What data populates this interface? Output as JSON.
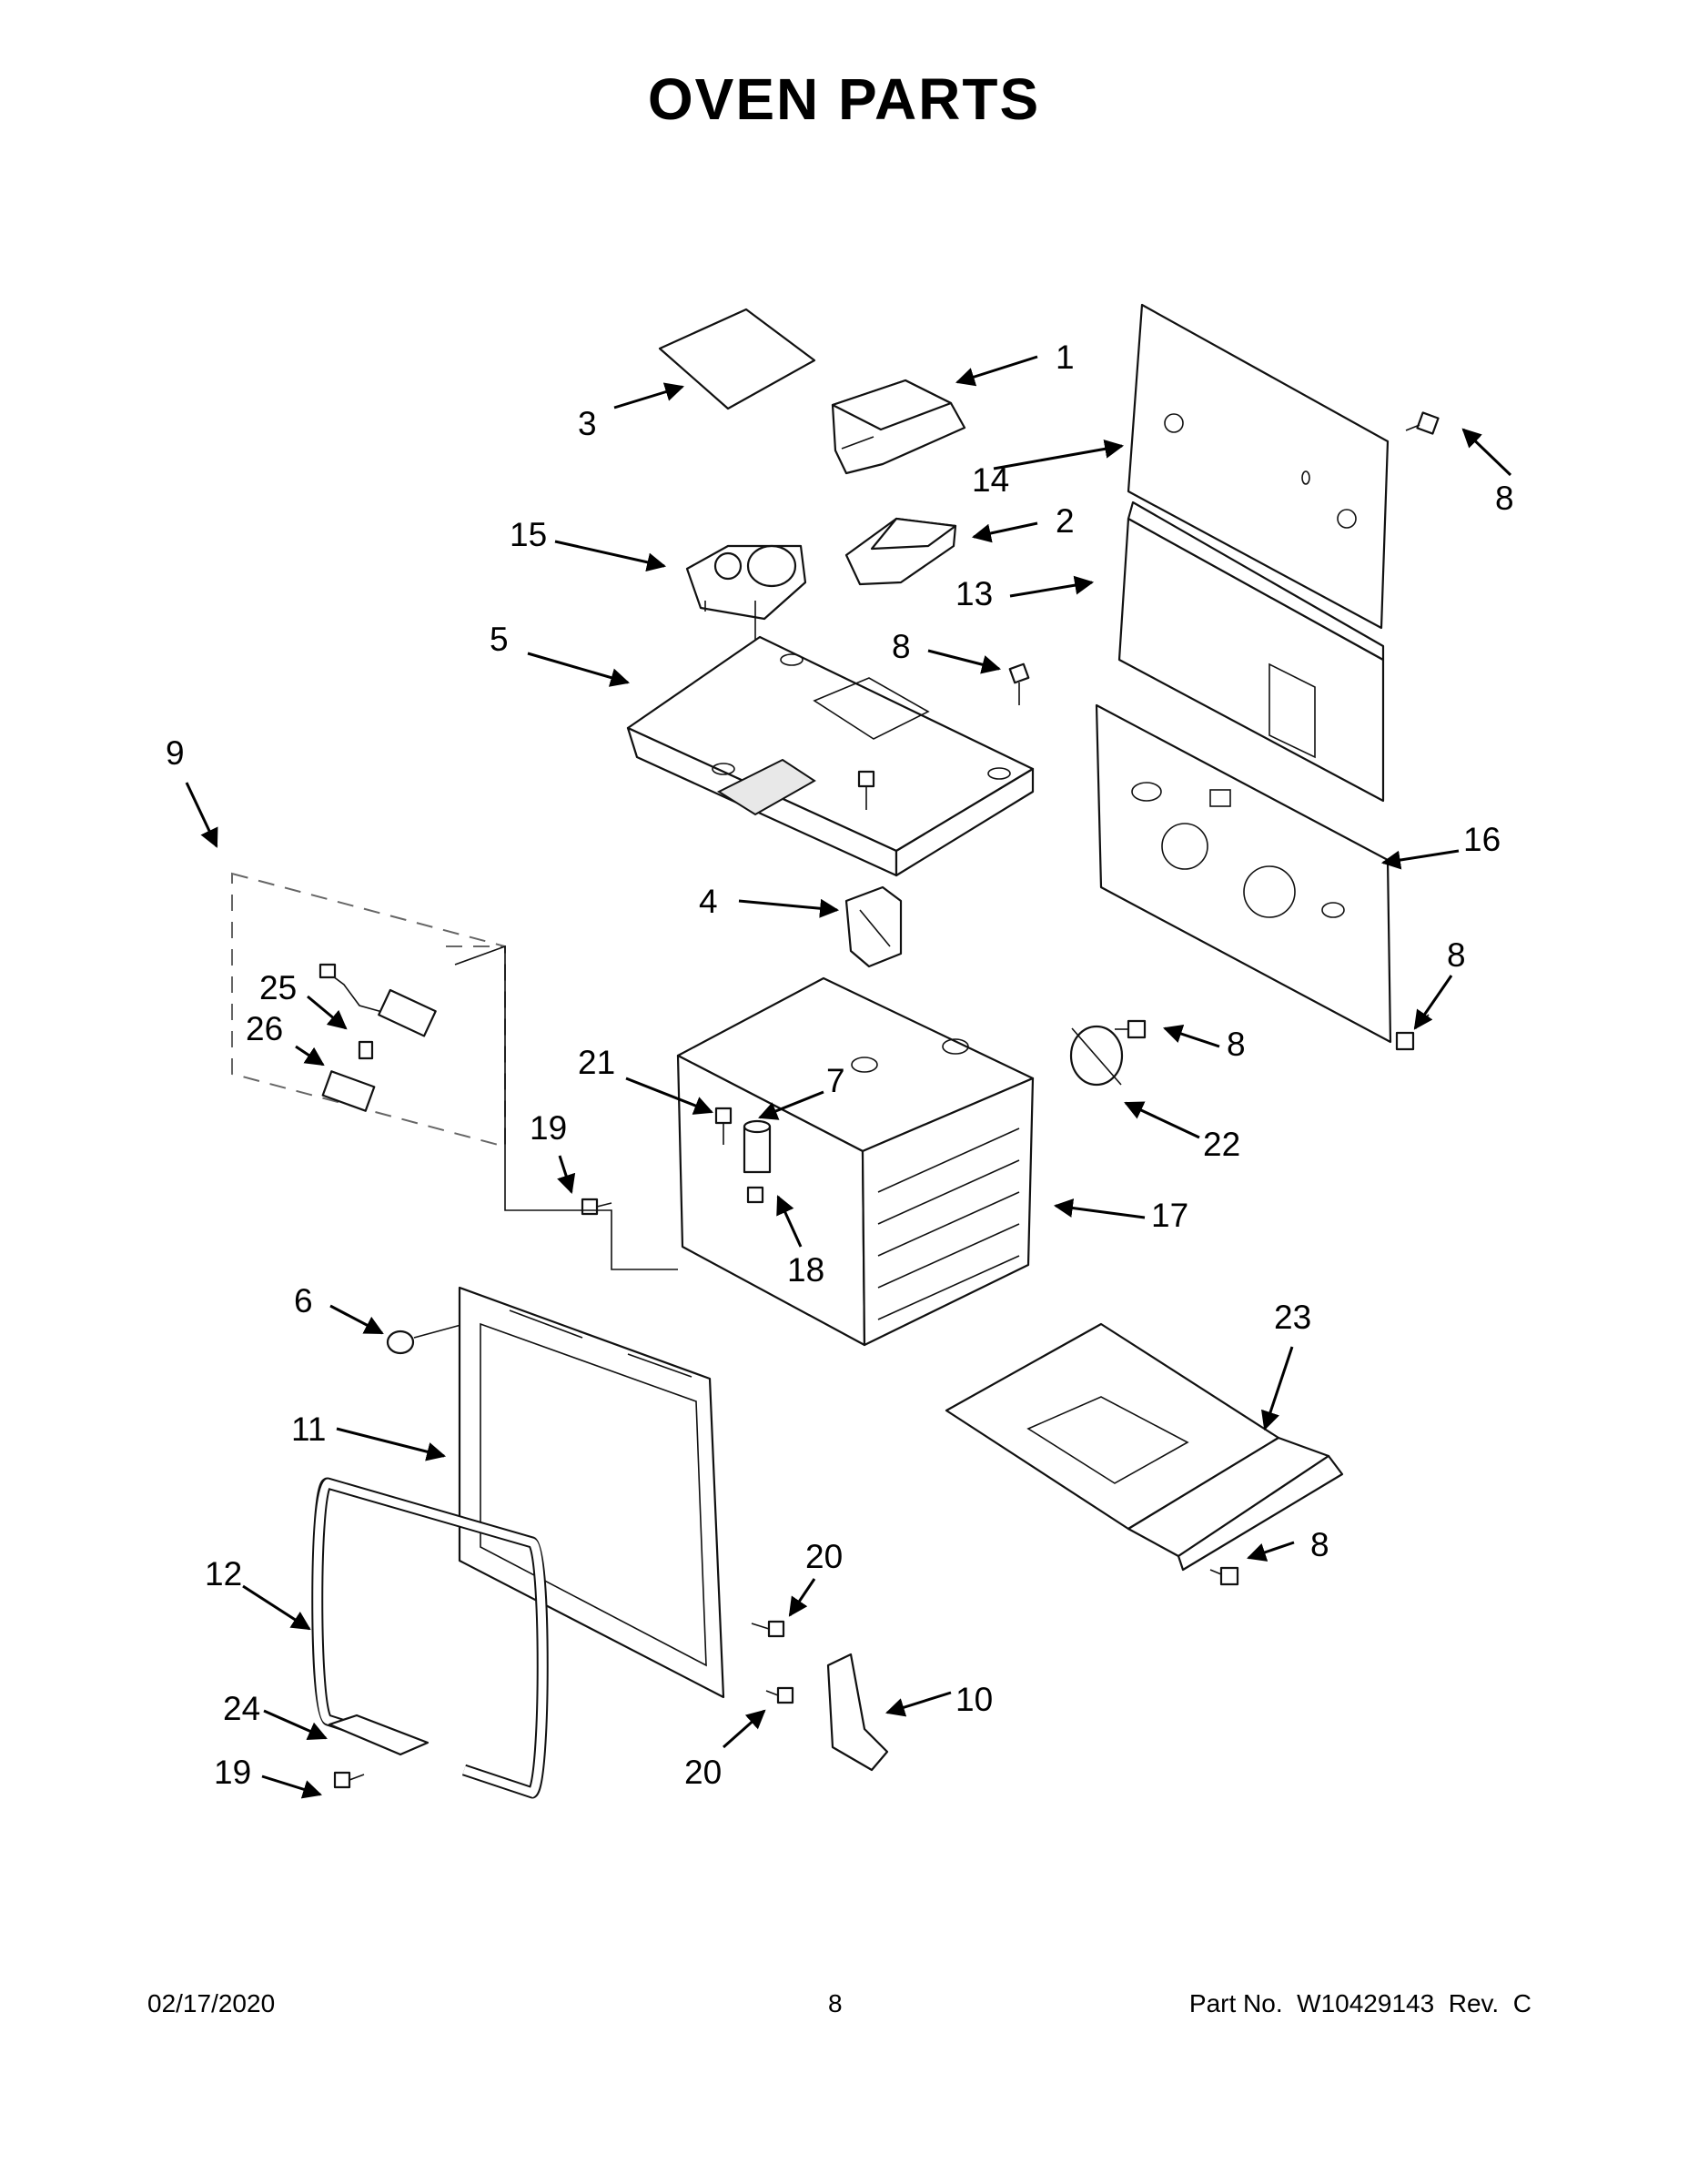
{
  "title": "OVEN PARTS",
  "footer": {
    "date": "02/17/2020",
    "page": "8",
    "part_no": "Part No.  W10429143  Rev.  C"
  },
  "callouts": {
    "c1": "1",
    "c2": "2",
    "c3": "3",
    "c4": "4",
    "c5": "5",
    "c6": "6",
    "c7": "7",
    "c8a": "8",
    "c8b": "8",
    "c8c": "8",
    "c8d": "8",
    "c8e": "8",
    "c9": "9",
    "c10": "10",
    "c11": "11",
    "c12": "12",
    "c13": "13",
    "c14": "14",
    "c15": "15",
    "c16": "16",
    "c17": "17",
    "c18": "18",
    "c19a": "19",
    "c19b": "19",
    "c20a": "20",
    "c20b": "20",
    "c21": "21",
    "c22": "22",
    "c23": "23",
    "c24": "24",
    "c25": "25",
    "c26": "26"
  }
}
